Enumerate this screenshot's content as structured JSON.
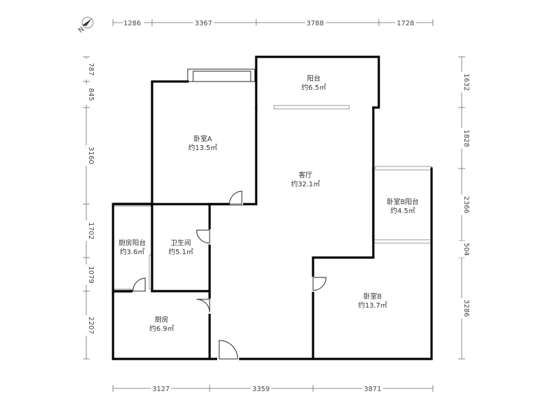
{
  "compass": {
    "label": "N"
  },
  "dims": {
    "top": [
      "1286",
      "3367",
      "3788",
      "1728"
    ],
    "bottom": [
      "3127",
      "3359",
      "3871"
    ],
    "left": [
      "787",
      "845",
      "3160",
      "1702",
      "1079",
      "2207"
    ],
    "right": [
      "1632",
      "1828",
      "2366",
      "504",
      "3286"
    ]
  },
  "rooms": {
    "balcony": {
      "name": "阳台",
      "area": "约6.5㎡"
    },
    "bedroom_a": {
      "name": "卧室A",
      "area": "约13.5㎡"
    },
    "living": {
      "name": "客厅",
      "area": "约32.1㎡"
    },
    "bedroom_b_balcony": {
      "name": "卧室B阳台",
      "area": "约4.5㎡"
    },
    "kitchen_balcony": {
      "name": "厨房阳台",
      "area": "约3.6㎡"
    },
    "bathroom": {
      "name": "卫生间",
      "area": "约5.1㎡"
    },
    "bedroom_b": {
      "name": "卧室B",
      "area": "约13.7㎡"
    },
    "kitchen": {
      "name": "厨房",
      "area": "约6.9㎡"
    }
  }
}
